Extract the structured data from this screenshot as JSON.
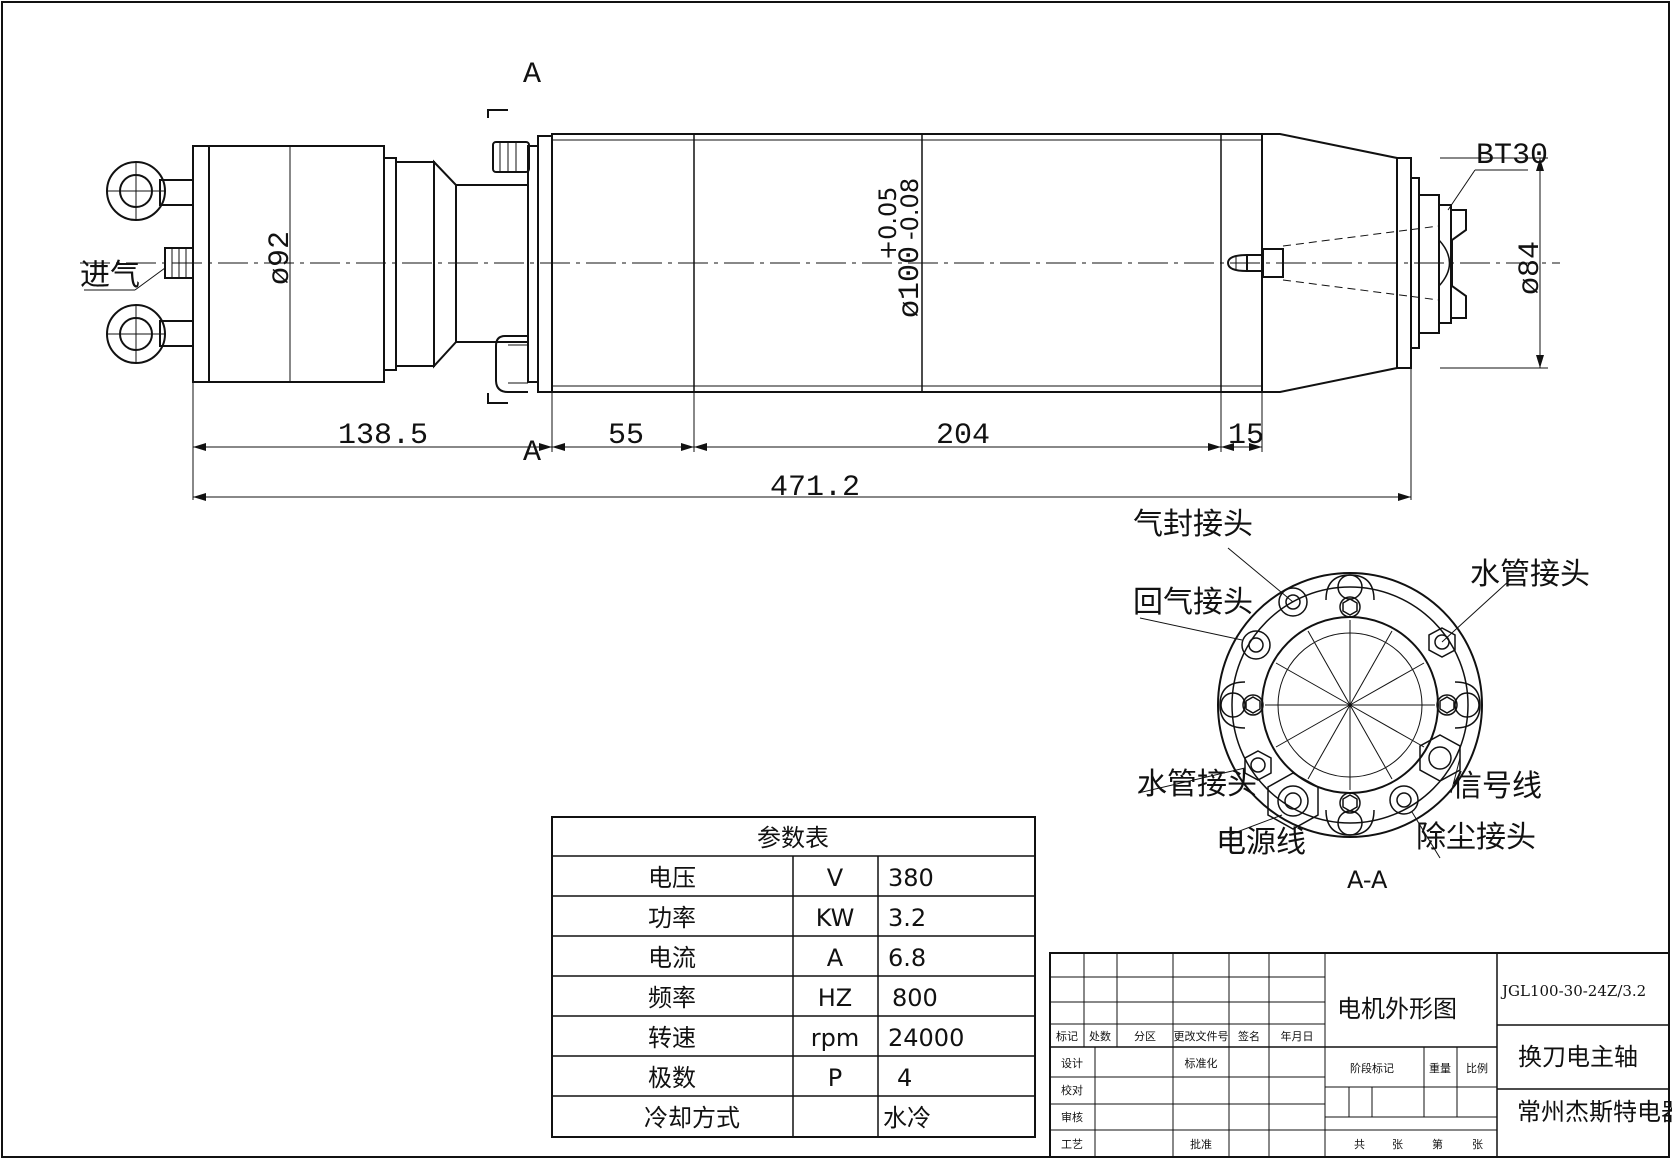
{
  "drawing": {
    "section_letter_top": "A",
    "section_letter_bottom": "A",
    "tool_interface": "BT30",
    "air_inlet": "进气",
    "dia_body": "ø92",
    "dia_main": "ø100",
    "dia_tol_upper": "+0.05",
    "dia_tol_lower": "-0.08",
    "dia_nose": "ø84",
    "dims": {
      "d1": "138.5",
      "d2": "55",
      "d3": "204",
      "d4": "15",
      "overall": "471.2"
    }
  },
  "section_view": {
    "title": "A-A",
    "callouts": {
      "air_seal": "气封接头",
      "air_return": "回气接头",
      "water_top": "水管接头",
      "water_bottom": "水管接头",
      "signal": "信号线",
      "power": "电源线",
      "dust": "除尘接头"
    }
  },
  "param_table": {
    "title": "参数表",
    "rows": [
      {
        "name": "电压",
        "unit": "V",
        "value": "380"
      },
      {
        "name": "功率",
        "unit": "KW",
        "value": "3.2"
      },
      {
        "name": "电流",
        "unit": "A",
        "value": "6.8"
      },
      {
        "name": "频率",
        "unit": "HZ",
        "value": "800"
      },
      {
        "name": "转速",
        "unit": "rpm",
        "value": "24000"
      },
      {
        "name": "极数",
        "unit": "P",
        "value": "4"
      },
      {
        "name": "冷却方式",
        "unit": "",
        "value": "水冷"
      }
    ]
  },
  "title_block": {
    "drawing_name": "电机外形图",
    "model": "JGL100-30-24Z/3.2",
    "product": "换刀电主轴",
    "company": "常州杰斯特电器",
    "headers": [
      "标记",
      "处数",
      "分区",
      "更改文件号",
      "签名",
      "年月日"
    ],
    "row_labels": [
      "设计",
      "校对",
      "审核",
      "工艺"
    ],
    "standard": "标准化",
    "approve": "批准",
    "stage": "阶段标记",
    "weight": "重量",
    "scale": "比例",
    "total": "共",
    "sheets": "张",
    "page": "第",
    "page_sheets": "张"
  }
}
